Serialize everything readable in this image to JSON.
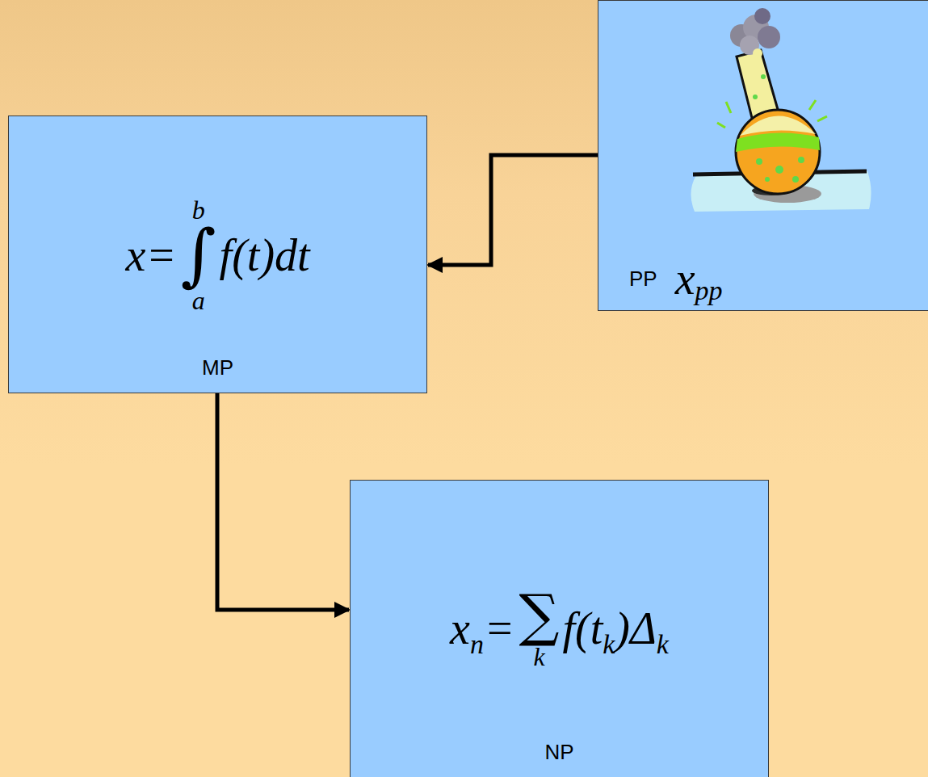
{
  "diagram": {
    "nodes": [
      {
        "text": [
          "PP",
          "x",
          "pp"
        ]
      },
      {
        "text": [
          "x",
          "=",
          "b",
          "∫",
          "a",
          "f(t)dt",
          "MP"
        ]
      },
      {
        "text": [
          "x",
          "n",
          "=",
          "∑",
          "k",
          "f(t",
          "k",
          ")Δ",
          "k",
          "NP"
        ]
      }
    ],
    "edges": [
      {
        "from": 0,
        "to": 1,
        "arrow": "to"
      },
      {
        "from": 1,
        "to": 2,
        "arrow": "to"
      }
    ]
  }
}
